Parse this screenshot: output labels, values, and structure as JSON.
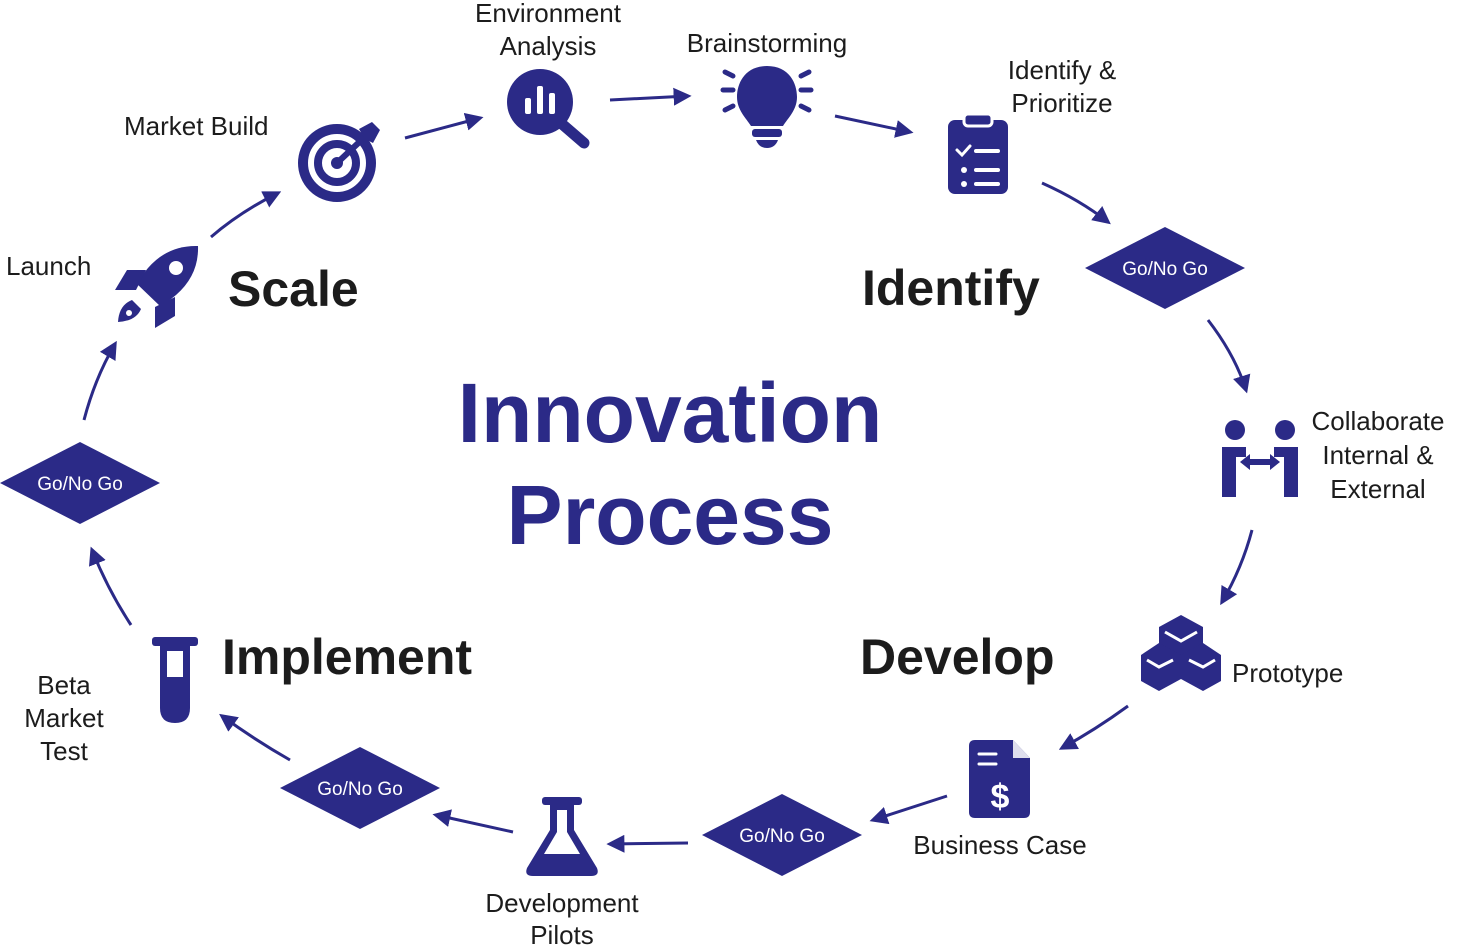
{
  "colors": {
    "primary": "#2b2a87",
    "text": "#1c1c1c",
    "background": "#ffffff"
  },
  "title": {
    "line1": "Innovation",
    "line2": "Process"
  },
  "phases": {
    "scale": "Scale",
    "identify": "Identify",
    "develop": "Develop",
    "implement": "Implement"
  },
  "gate_label": "Go/No Go",
  "steps": {
    "environment_analysis": {
      "line1": "Environment",
      "line2": "Analysis",
      "icon": "analytics-magnifier-icon"
    },
    "brainstorming": {
      "line1": "Brainstorming",
      "icon": "lightbulb-icon"
    },
    "identify_prioritize": {
      "line1": "Identify &",
      "line2": "Prioritize",
      "icon": "checklist-clipboard-icon"
    },
    "collaborate": {
      "line1": "Collaborate",
      "line2": "Internal &",
      "line3": "External",
      "icon": "two-people-collaborate-icon"
    },
    "prototype": {
      "line1": "Prototype",
      "icon": "blocks-icon"
    },
    "business_case": {
      "line1": "Business Case",
      "icon": "dollar-document-icon"
    },
    "development_pilots": {
      "line1": "Development",
      "line2": "Pilots",
      "icon": "flask-icon"
    },
    "beta_market_test": {
      "line1": "Beta",
      "line2": "Market",
      "line3": "Test",
      "icon": "test-tube-icon"
    },
    "launch": {
      "line1": "Launch",
      "icon": "rocket-icon"
    },
    "market_build": {
      "line1": "Market Build",
      "icon": "target-icon"
    }
  }
}
